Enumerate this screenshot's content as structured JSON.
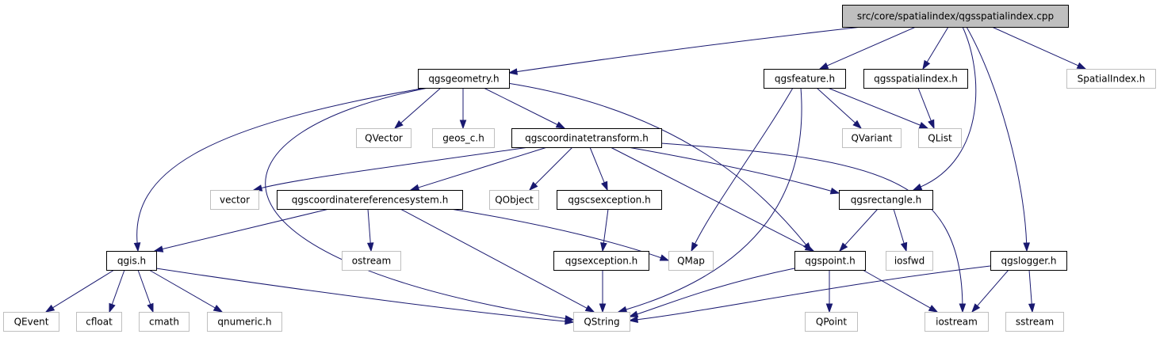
{
  "graph": {
    "nodes": [
      {
        "id": "root",
        "label": "src/core/spatialindex/qgsspatialindex.cpp",
        "kind": "root"
      },
      {
        "id": "geom",
        "label": "qgsgeometry.h",
        "kind": "doc"
      },
      {
        "id": "feat",
        "label": "qgsfeature.h",
        "kind": "doc"
      },
      {
        "id": "sidx",
        "label": "qgsspatialindex.h",
        "kind": "doc"
      },
      {
        "id": "SpatialIndex",
        "label": "SpatialIndex.h",
        "kind": "sys"
      },
      {
        "id": "qvector",
        "label": "QVector",
        "kind": "sys"
      },
      {
        "id": "geosc",
        "label": "geos_c.h",
        "kind": "sys"
      },
      {
        "id": "ctrans",
        "label": "qgscoordinatetransform.h",
        "kind": "doc"
      },
      {
        "id": "qvariant",
        "label": "QVariant",
        "kind": "sys"
      },
      {
        "id": "qlist",
        "label": "QList",
        "kind": "sys"
      },
      {
        "id": "vector",
        "label": "vector",
        "kind": "sys"
      },
      {
        "id": "crs",
        "label": "qgscoordinatereferencesystem.h",
        "kind": "doc"
      },
      {
        "id": "qobject",
        "label": "QObject",
        "kind": "sys"
      },
      {
        "id": "csexc",
        "label": "qgscsexception.h",
        "kind": "doc"
      },
      {
        "id": "rect",
        "label": "qgsrectangle.h",
        "kind": "doc"
      },
      {
        "id": "qgis",
        "label": "qgis.h",
        "kind": "doc"
      },
      {
        "id": "ostream",
        "label": "ostream",
        "kind": "sys"
      },
      {
        "id": "exc",
        "label": "qgsexception.h",
        "kind": "doc"
      },
      {
        "id": "qmap",
        "label": "QMap",
        "kind": "sys"
      },
      {
        "id": "point",
        "label": "qgspoint.h",
        "kind": "doc"
      },
      {
        "id": "iosfwd",
        "label": "iosfwd",
        "kind": "sys"
      },
      {
        "id": "logger",
        "label": "qgslogger.h",
        "kind": "doc"
      },
      {
        "id": "qevent",
        "label": "QEvent",
        "kind": "sys"
      },
      {
        "id": "cfloat",
        "label": "cfloat",
        "kind": "sys"
      },
      {
        "id": "cmath",
        "label": "cmath",
        "kind": "sys"
      },
      {
        "id": "qnumeric",
        "label": "qnumeric.h",
        "kind": "sys"
      },
      {
        "id": "qstring",
        "label": "QString",
        "kind": "sys"
      },
      {
        "id": "qpoint",
        "label": "QPoint",
        "kind": "sys"
      },
      {
        "id": "iostream",
        "label": "iostream",
        "kind": "sys"
      },
      {
        "id": "sstream",
        "label": "sstream",
        "kind": "sys"
      }
    ],
    "edges": [
      [
        "root",
        "geom"
      ],
      [
        "root",
        "feat"
      ],
      [
        "root",
        "sidx"
      ],
      [
        "root",
        "SpatialIndex"
      ],
      [
        "root",
        "rect"
      ],
      [
        "root",
        "logger"
      ],
      [
        "geom",
        "qgis"
      ],
      [
        "geom",
        "qstring"
      ],
      [
        "geom",
        "qvector"
      ],
      [
        "geom",
        "geosc"
      ],
      [
        "geom",
        "ctrans"
      ],
      [
        "geom",
        "point"
      ],
      [
        "feat",
        "qmap"
      ],
      [
        "feat",
        "qstring"
      ],
      [
        "feat",
        "qvariant"
      ],
      [
        "feat",
        "qlist"
      ],
      [
        "sidx",
        "qlist"
      ],
      [
        "ctrans",
        "vector"
      ],
      [
        "ctrans",
        "crs"
      ],
      [
        "ctrans",
        "qobject"
      ],
      [
        "ctrans",
        "csexc"
      ],
      [
        "ctrans",
        "rect"
      ],
      [
        "ctrans",
        "point"
      ],
      [
        "ctrans",
        "iostream"
      ],
      [
        "crs",
        "qgis"
      ],
      [
        "crs",
        "ostream"
      ],
      [
        "crs",
        "qmap"
      ],
      [
        "crs",
        "qstring"
      ],
      [
        "csexc",
        "exc"
      ],
      [
        "rect",
        "point"
      ],
      [
        "rect",
        "iosfwd"
      ],
      [
        "qgis",
        "qevent"
      ],
      [
        "qgis",
        "cfloat"
      ],
      [
        "qgis",
        "cmath"
      ],
      [
        "qgis",
        "qnumeric"
      ],
      [
        "qgis",
        "qstring"
      ],
      [
        "exc",
        "qstring"
      ],
      [
        "point",
        "qstring"
      ],
      [
        "point",
        "qpoint"
      ],
      [
        "point",
        "iostream"
      ],
      [
        "logger",
        "qstring"
      ],
      [
        "logger",
        "iostream"
      ],
      [
        "logger",
        "sstream"
      ]
    ]
  }
}
